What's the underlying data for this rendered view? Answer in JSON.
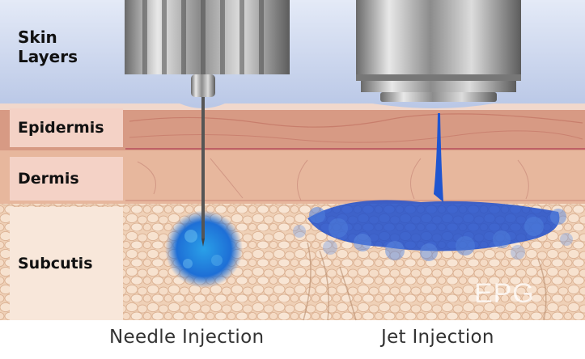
{
  "labels": {
    "skin_layers": "Skin\nLayers",
    "epidermis": "Epidermis",
    "dermis": "Dermis",
    "subcutis": "Subcutis"
  },
  "captions": {
    "needle": "Needle Injection",
    "jet": "Jet Injection"
  },
  "watermark": {
    "logo_text": "EPG"
  },
  "colors": {
    "sky": "#bfcbe6",
    "epidermis": "#d89a82",
    "dermis": "#e6b89c",
    "subcutis": "#efd2b8",
    "medication": "#1e5fd0",
    "label_bg": "#f4d2c6"
  }
}
